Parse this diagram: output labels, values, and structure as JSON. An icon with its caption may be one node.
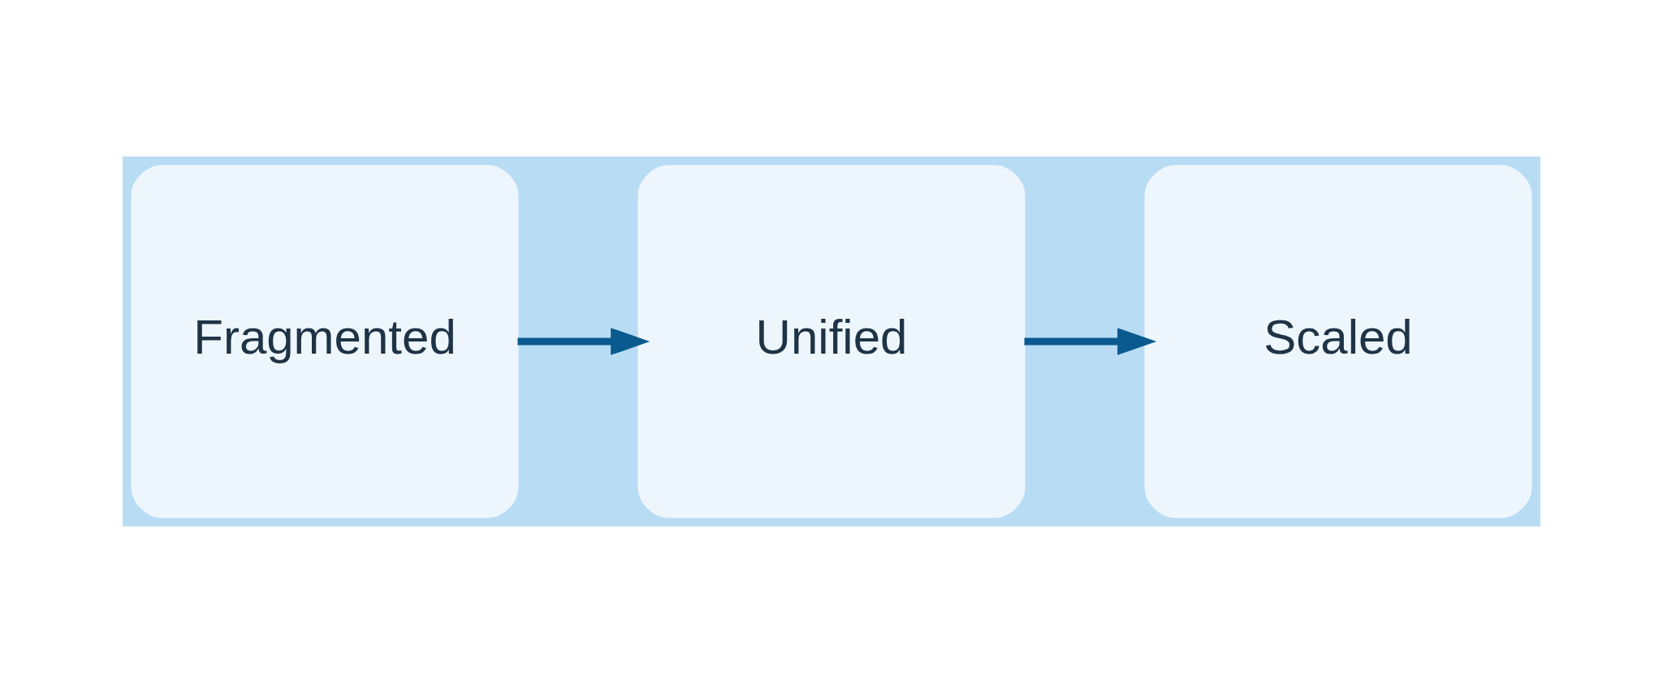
{
  "diagram": {
    "nodes": [
      {
        "text": [
          "Fragmented"
        ]
      },
      {
        "text": [
          "Unified"
        ]
      },
      {
        "text": [
          "Scaled"
        ]
      }
    ],
    "edges": [
      {
        "from": 0,
        "to": 1,
        "arrow": "to"
      },
      {
        "from": 1,
        "to": 2,
        "arrow": "to"
      }
    ]
  }
}
